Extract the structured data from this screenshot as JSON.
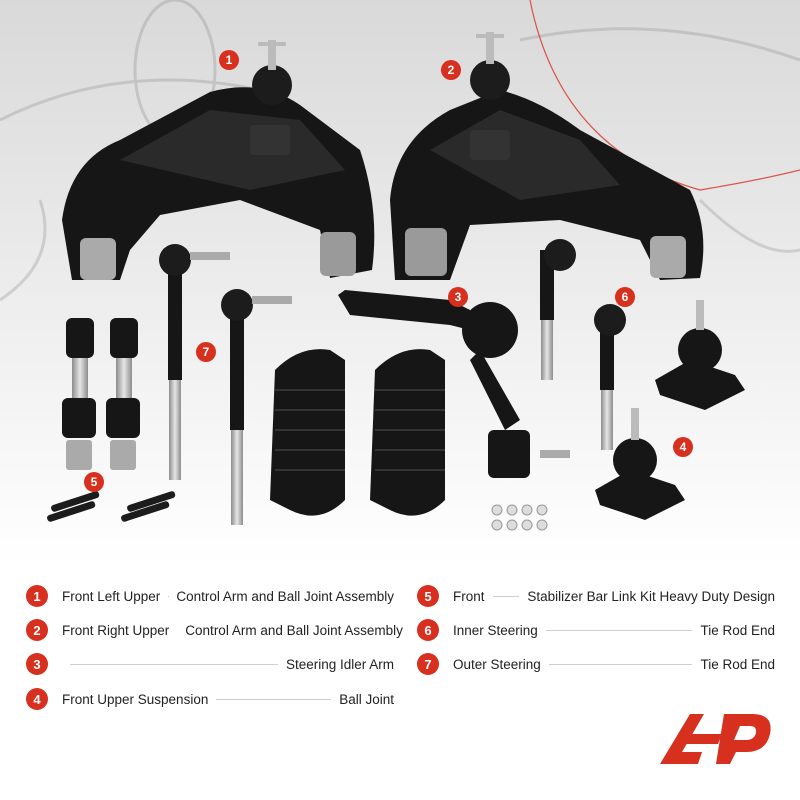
{
  "legend": [
    {
      "num": "1",
      "left": "Front Left Upper",
      "right": "Control Arm and Ball Joint Assembly"
    },
    {
      "num": "2",
      "left": "Front Right Upper",
      "right": "Control Arm and Ball Joint Assembly"
    },
    {
      "num": "3",
      "left": "",
      "right": "Steering Idler Arm"
    },
    {
      "num": "4",
      "left": "Front Upper Suspension",
      "right": "Ball Joint"
    },
    {
      "num": "5",
      "left": "Front",
      "right": "Stabilizer Bar Link Kit Heavy Duty Design"
    },
    {
      "num": "6",
      "left": "Inner Steering",
      "right": "Tie Rod End"
    },
    {
      "num": "7",
      "left": "Outer Steering",
      "right": "Tie Rod End"
    }
  ],
  "callouts": [
    "1",
    "2",
    "3",
    "4",
    "5",
    "6",
    "7"
  ],
  "colors": {
    "accent": "#d7301f",
    "part": "#161616",
    "metal": "#b9b9b9"
  },
  "icons": [
    "a-premium-logo"
  ]
}
